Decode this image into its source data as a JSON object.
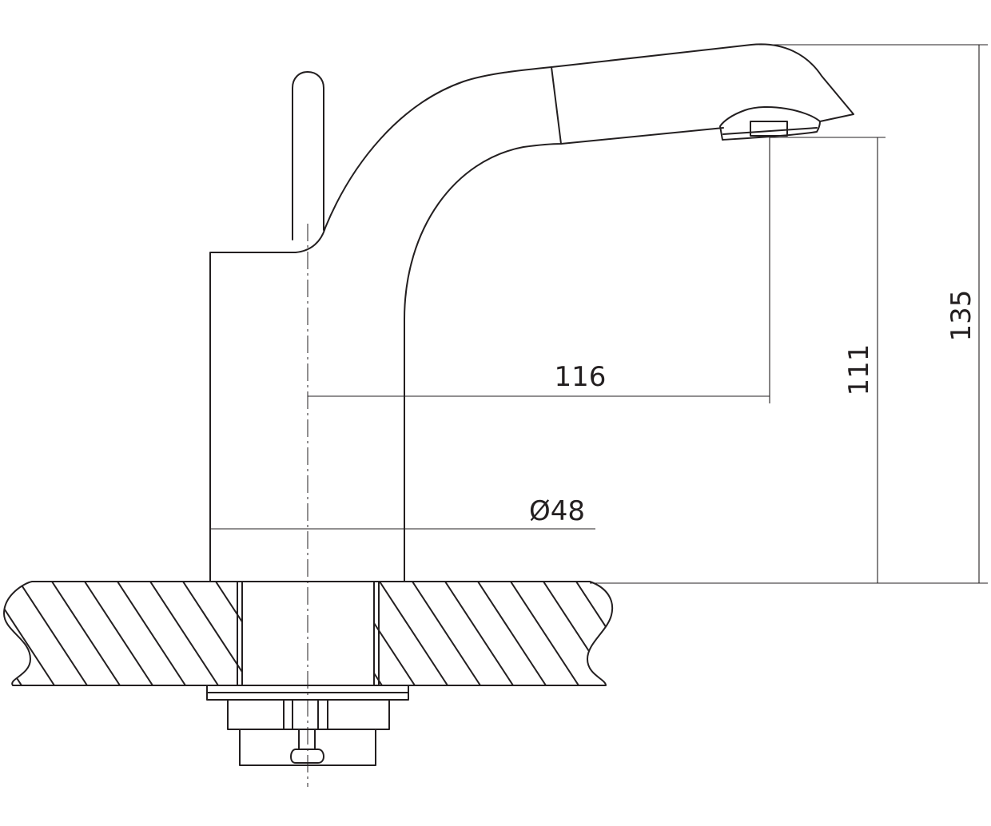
{
  "dimensions": {
    "spout_reach": "116",
    "spout_height": "111",
    "total_height": "135",
    "body_diameter": "Ø48"
  },
  "colors": {
    "line": "#231f20",
    "background": "#ffffff"
  }
}
